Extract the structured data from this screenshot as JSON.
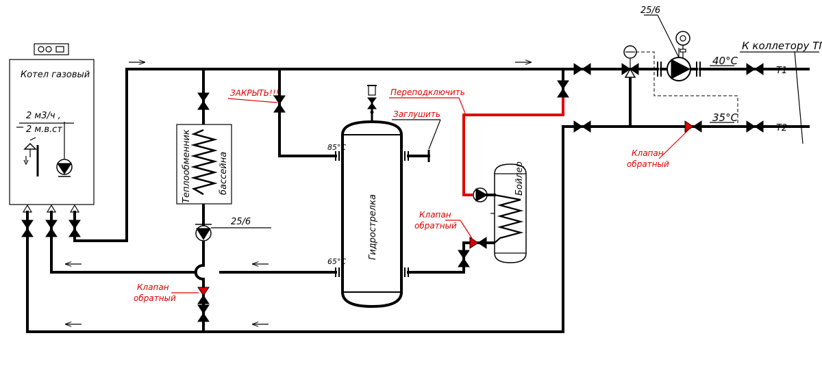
{
  "labels": {
    "boiler": "Котел газовый",
    "flow_1": "2 м3/ч ,",
    "flow_2": "2 м.в.ст",
    "heat_exchanger_1": "Теплообменник",
    "heat_exchanger_2": "бассейна",
    "close": "ЗАКРЫТЬ!!!",
    "reconnect": "Переподключить",
    "plug": "Заглушить",
    "hydro": "Гидрострелка",
    "dhw_tank": "Бойлер",
    "pump_pool": "25/6",
    "pump_main": "25/6",
    "temp_hot": "85°C",
    "temp_cold": "65°C",
    "temp_supply": "40°C",
    "temp_return": "35°C",
    "collector": "К  коллетору ТП",
    "t1": "T1",
    "t2": "T2",
    "check_valve_1a": "Клапан",
    "check_valve_1b": "обратный",
    "check_valve_2a": "Клапан",
    "check_valve_2b": "обратный",
    "check_valve_3a": "Клапан",
    "check_valve_3b": "обратный"
  }
}
